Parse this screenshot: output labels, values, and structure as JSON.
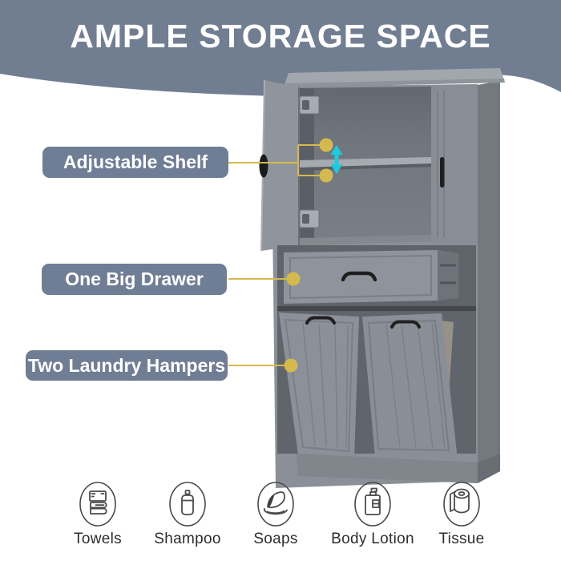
{
  "header": {
    "title": "AMPLE STORAGE SPACE"
  },
  "callouts": [
    {
      "label": "Adjustable Shelf"
    },
    {
      "label": "One Big Drawer"
    },
    {
      "label": "Two Laundry Hampers"
    }
  ],
  "features": [
    {
      "label": "Towels",
      "icon": "towels-icon"
    },
    {
      "label": "Shampoo",
      "icon": "shampoo-bottle-icon"
    },
    {
      "label": "Soaps",
      "icon": "soap-dish-icon"
    },
    {
      "label": "Body Lotion",
      "icon": "lotion-pump-icon"
    },
    {
      "label": "Tissue",
      "icon": "tissue-roll-icon"
    }
  ],
  "colors": {
    "banner": "#717E92",
    "callout_bg": "#6F7D95",
    "callout_line": "#D5B94F",
    "adjust_arrow": "#1ECBDD",
    "cabinet_grey": "#8B9098",
    "icon_stroke": "#4B4B4B",
    "text_dark": "#2D2D2D"
  }
}
